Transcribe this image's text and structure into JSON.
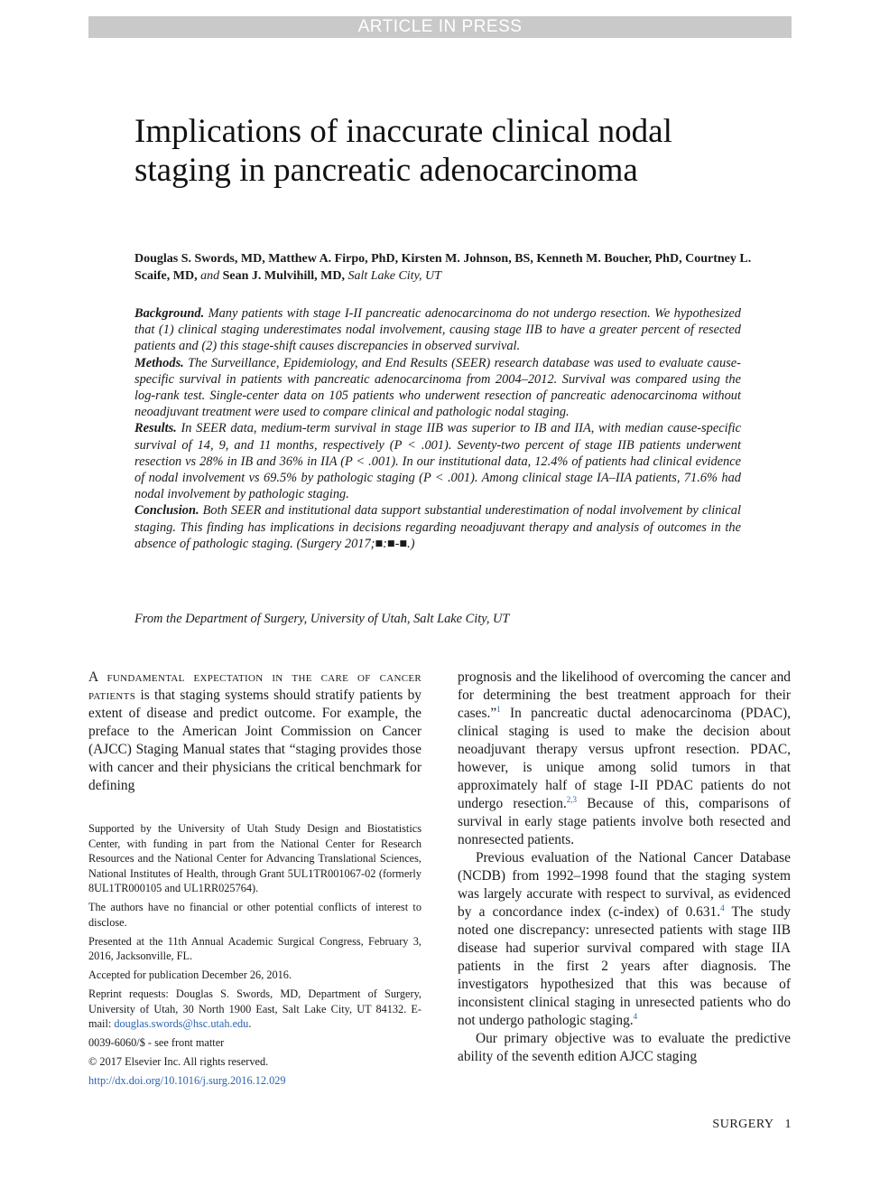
{
  "banner": "ARTICLE IN PRESS",
  "title": "Implications of inaccurate clinical nodal staging in pancreatic adenocarcinoma",
  "authors": {
    "names": "Douglas S. Swords, MD, Matthew A. Firpo, PhD, Kirsten M. Johnson, BS, Kenneth M. Boucher, PhD, Courtney L. Scaife, MD,",
    "and": "and",
    "last_author": "Sean J. Mulvihill, MD,",
    "location": "Salt Lake City, UT"
  },
  "abstract": {
    "background_head": "Background.",
    "background": "Many patients with stage I-II pancreatic adenocarcinoma do not undergo resection. We hypothesized that (1) clinical staging underestimates nodal involvement, causing stage IIB to have a greater percent of resected patients and (2) this stage-shift causes discrepancies in observed survival.",
    "methods_head": "Methods.",
    "methods": "The Surveillance, Epidemiology, and End Results (SEER) research database was used to evaluate cause-specific survival in patients with pancreatic adenocarcinoma from 2004–2012. Survival was compared using the log-rank test. Single-center data on 105 patients who underwent resection of pancreatic adenocarcinoma without neoadjuvant treatment were used to compare clinical and pathologic nodal staging.",
    "results_head": "Results.",
    "results": "In SEER data, medium-term survival in stage IIB was superior to IB and IIA, with median cause-specific survival of 14, 9, and 11 months, respectively (P < .001). Seventy-two percent of stage IIB patients underwent resection vs 28% in IB and 36% in IIA (P < .001). In our institutional data, 12.4% of patients had clinical evidence of nodal involvement vs 69.5% by pathologic staging (P < .001). Among clinical stage IA–IIA patients, 71.6% had nodal involvement by pathologic staging.",
    "conclusion_head": "Conclusion.",
    "conclusion": "Both SEER and institutional data support substantial underestimation of nodal involvement by clinical staging. This finding has implications in decisions regarding neoadjuvant therapy and analysis of outcomes in the absence of pathologic staging. (Surgery 2017;■:■-■.)"
  },
  "from": "From the Department of Surgery, University of Utah, Salt Lake City, UT",
  "body_left": {
    "lead": "A fundamental expectation in the care of cancer patients",
    "text": "is that staging systems should stratify patients by extent of disease and predict outcome. For example, the preface to the American Joint Commission on Cancer (AJCC) Staging Manual states that “staging provides those with cancer and their physicians the critical benchmark for defining"
  },
  "footnotes": {
    "support": "Supported by the University of Utah Study Design and Biostatistics Center, with funding in part from the National Center for Research Resources and the National Center for Advancing Translational Sciences, National Institutes of Health, through Grant 5UL1TR001067-02 (formerly 8UL1TR000105 and UL1RR025764).",
    "conflicts": "The authors have no financial or other potential conflicts of interest to disclose.",
    "presented": "Presented at the 11th Annual Academic Surgical Congress, February 3, 2016, Jacksonville, FL.",
    "accepted": "Accepted for publication December 26, 2016.",
    "reprint": "Reprint requests: Douglas S. Swords, MD, Department of Surgery, University of Utah, 30 North 1900 East, Salt Lake City, UT 84132. E-mail:",
    "email": "douglas.swords@hsc.utah.edu",
    "email_end": ".",
    "issn": "0039-6060/$ - see front matter",
    "copyright": "© 2017 Elsevier Inc. All rights reserved.",
    "doi": "http://dx.doi.org/10.1016/j.surg.2016.12.029"
  },
  "body_right": {
    "p1_a": "prognosis and the likelihood of overcoming the cancer and for determining the best treatment approach for their cases.”",
    "ref1": "1",
    "p1_b": " In pancreatic ductal adenocarcinoma (PDAC), clinical staging is used to make the decision about neoadjuvant therapy versus upfront resection. PDAC, however, is unique among solid tumors in that approximately half of stage I-II PDAC patients do not undergo resection.",
    "ref2": "2,3",
    "p1_c": " Because of this, comparisons of survival in early stage patients involve both resected and nonresected patients.",
    "p2_a": "Previous evaluation of the National Cancer Database (NCDB) from 1992–1998 found that the staging system was largely accurate with respect to survival, as evidenced by a concordance index (c-index) of 0.631.",
    "ref3": "4",
    "p2_b": " The study noted one discrepancy: unresected patients with stage IIB disease had superior survival compared with stage IIA patients in the first 2 years after diagnosis. The investigators hypothesized that this was because of inconsistent clinical staging in unresected patients who do not undergo pathologic staging.",
    "ref4": "4",
    "p3": "Our primary objective was to evaluate the predictive ability of the seventh edition AJCC staging"
  },
  "running_footer": {
    "journal": "SURGERY",
    "page": "1"
  }
}
